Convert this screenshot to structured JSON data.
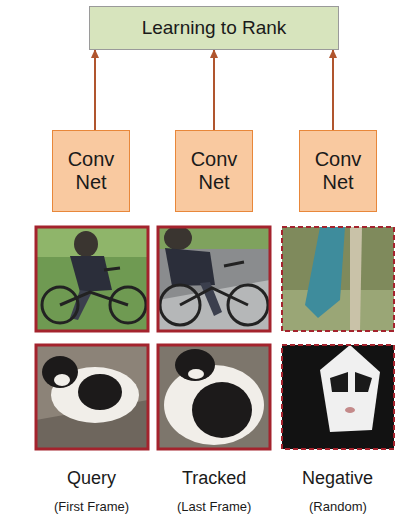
{
  "diagram": {
    "nodes": [
      {
        "text": [
          "Learning to Rank"
        ]
      },
      {
        "text": [
          "Conv Net"
        ]
      },
      {
        "text": [
          "Conv Net"
        ]
      },
      {
        "text": [
          "Conv Net"
        ]
      }
    ],
    "edges": [
      {
        "from": 1,
        "to": 0,
        "arrow": "to"
      },
      {
        "from": 2,
        "to": 0,
        "arrow": "to"
      },
      {
        "from": 3,
        "to": 0,
        "arrow": "to"
      }
    ],
    "labels": [
      "Query",
      "(First Frame)",
      "Tracked",
      "(Last Frame)",
      "Negative",
      "(Random)"
    ]
  }
}
